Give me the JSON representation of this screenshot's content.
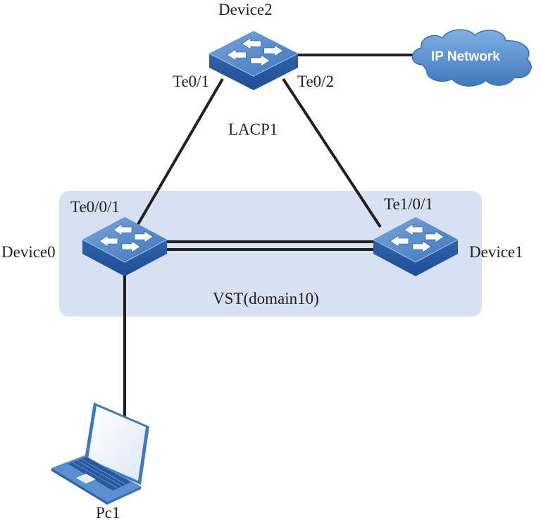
{
  "diagram": {
    "title": "VST network topology",
    "colors": {
      "domain_fill": "#d7e1f2",
      "switch_top": "#4f86c6",
      "switch_side": "#2a5fa8",
      "cloud": "#5b92cf",
      "link": "#231f20"
    },
    "nodes": {
      "device2": {
        "label": "Device2",
        "icon": "switch-icon"
      },
      "device0": {
        "label": "Device0",
        "icon": "switch-icon"
      },
      "device1": {
        "label": "Device1",
        "icon": "switch-icon"
      },
      "ip_network": {
        "label": "IP Network",
        "icon": "cloud-icon"
      },
      "pc1": {
        "label": "Pc1",
        "icon": "laptop-icon"
      }
    },
    "ports": {
      "device2_left": "Te0/1",
      "device2_right": "Te0/2",
      "device0_up": "Te0/0/1",
      "device1_up": "Te1/0/1"
    },
    "groups": {
      "lacp": "LACP1",
      "vst": "VST(domain10)"
    },
    "links": [
      {
        "from": "Device2",
        "to": "IP Network"
      },
      {
        "from": "Device2",
        "to": "Device0",
        "via": "Te0/1 - Te0/0/1"
      },
      {
        "from": "Device2",
        "to": "Device1",
        "via": "Te0/2 - Te1/0/1"
      },
      {
        "from": "Device0",
        "to": "Device1",
        "type": "double"
      },
      {
        "from": "Device0",
        "to": "Pc1"
      }
    ]
  }
}
